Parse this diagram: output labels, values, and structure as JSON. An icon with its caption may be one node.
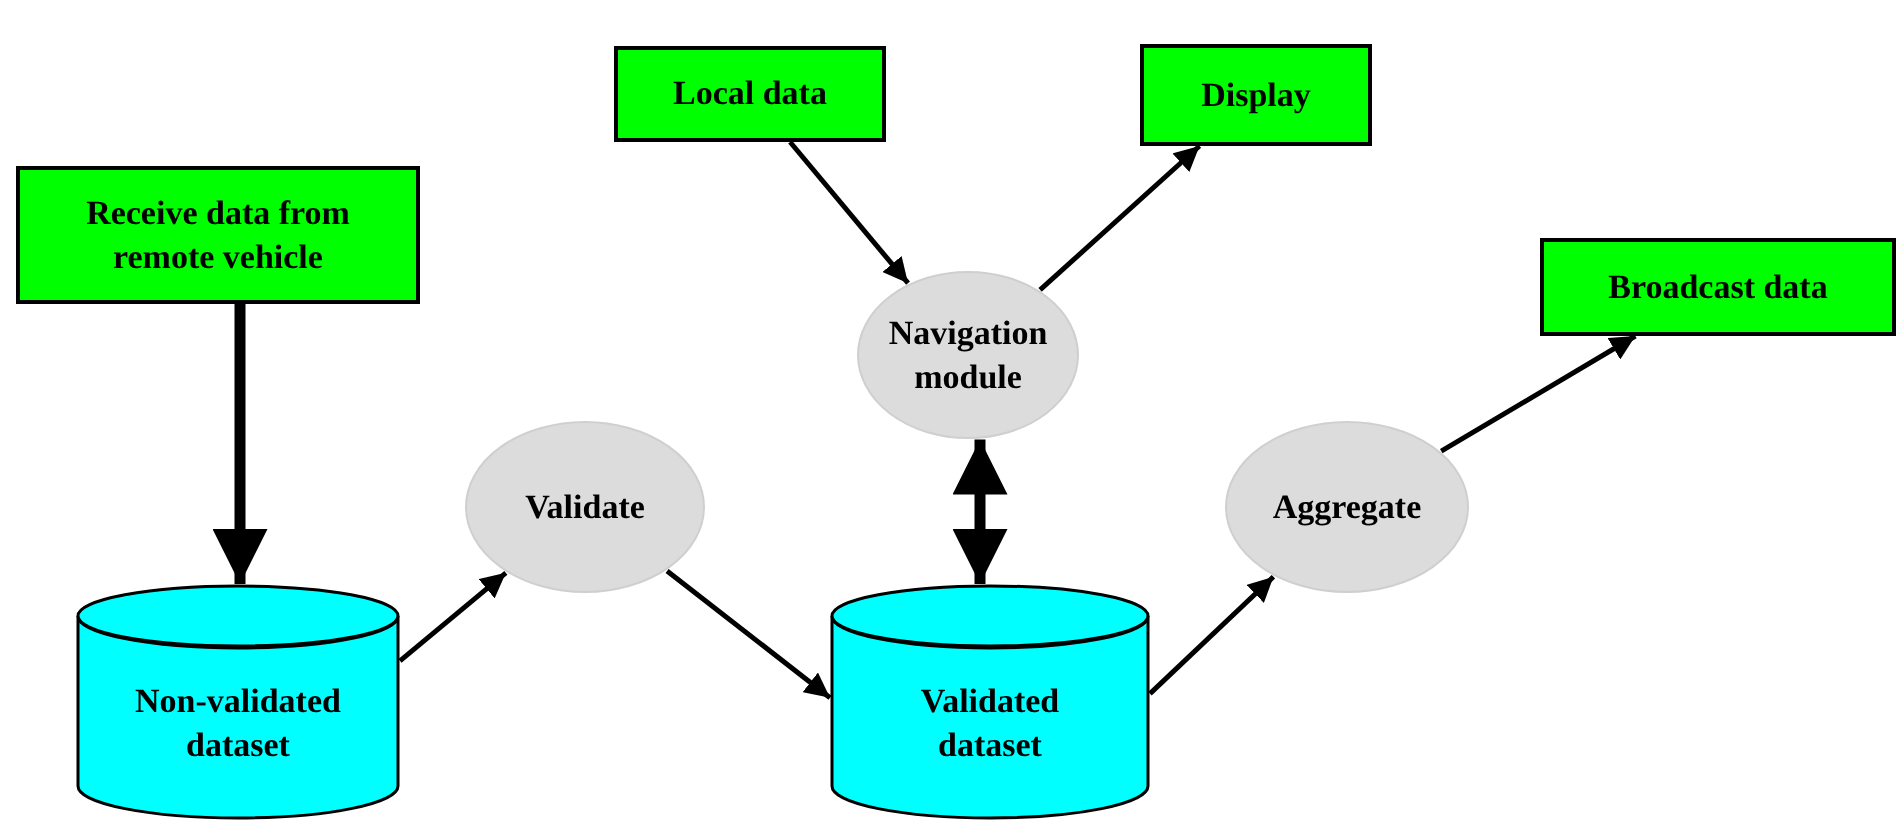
{
  "diagram": {
    "nodes": [
      {
        "text": [
          "Receive data from remote vehicle"
        ]
      },
      {
        "text": [
          "Local data"
        ]
      },
      {
        "text": [
          "Display"
        ]
      },
      {
        "text": [
          "Navigation module"
        ]
      },
      {
        "text": [
          "Broadcast data"
        ]
      },
      {
        "text": [
          "Validate"
        ]
      },
      {
        "text": [
          "Aggregate"
        ]
      },
      {
        "text": [
          "Non-validated dataset"
        ]
      },
      {
        "text": [
          "Validated dataset"
        ]
      }
    ],
    "edges": [
      {
        "from": 0,
        "to": 7,
        "arrow": "to",
        "style": "thick"
      },
      {
        "from": 7,
        "to": 5,
        "arrow": "to"
      },
      {
        "from": 5,
        "to": 8,
        "arrow": "to"
      },
      {
        "from": 1,
        "to": 3,
        "arrow": "to"
      },
      {
        "from": 3,
        "to": 2,
        "arrow": "to"
      },
      {
        "from": 3,
        "to": 8,
        "arrow": "both",
        "style": "thick"
      },
      {
        "from": 8,
        "to": 6,
        "arrow": "to"
      },
      {
        "from": 6,
        "to": 4,
        "arrow": "to"
      }
    ]
  }
}
